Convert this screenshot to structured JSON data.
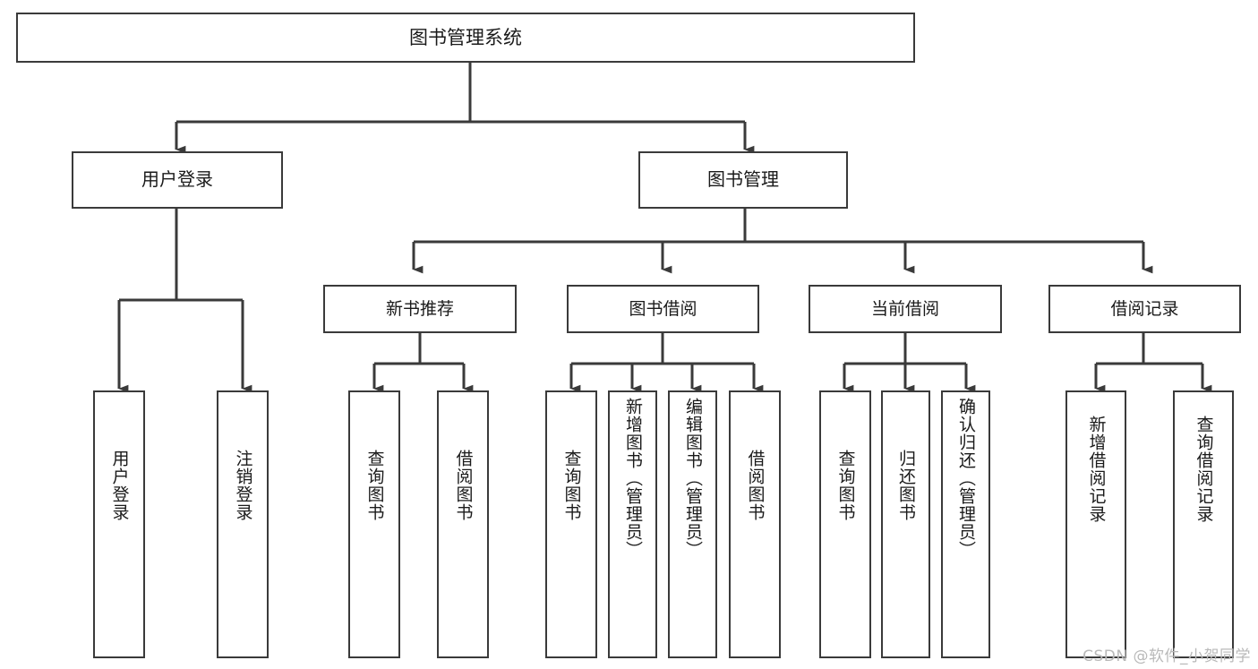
{
  "diagram": {
    "title_box": {
      "label": "图书管理系统"
    },
    "level2": [
      {
        "id": "user-login",
        "label": "用户登录"
      },
      {
        "id": "book-management",
        "label": "图书管理"
      }
    ],
    "level3": [
      {
        "id": "new-book-recommend",
        "label": "新书推荐"
      },
      {
        "id": "book-borrow",
        "label": "图书借阅"
      },
      {
        "id": "current-borrow",
        "label": "当前借阅"
      },
      {
        "id": "borrow-record",
        "label": "借阅记录"
      }
    ],
    "leaves": [
      {
        "id": "leaf-user-login",
        "label": "用户登录",
        "parent": "user-login"
      },
      {
        "id": "leaf-logout",
        "label": "注销登录",
        "parent": "user-login"
      },
      {
        "id": "leaf-query-book-1",
        "label": "查询图书",
        "parent": "new-book-recommend"
      },
      {
        "id": "leaf-borrow-book-1",
        "label": "借阅图书",
        "parent": "new-book-recommend"
      },
      {
        "id": "leaf-query-book-2",
        "label": "查询图书",
        "parent": "book-borrow"
      },
      {
        "id": "leaf-add-book",
        "label": "新增图书（管理员）",
        "parent": "book-borrow"
      },
      {
        "id": "leaf-edit-book",
        "label": "编辑图书（管理员）",
        "parent": "book-borrow"
      },
      {
        "id": "leaf-borrow-book-2",
        "label": "借阅图书",
        "parent": "book-borrow"
      },
      {
        "id": "leaf-query-book-3",
        "label": "查询图书",
        "parent": "current-borrow"
      },
      {
        "id": "leaf-return-book",
        "label": "归还图书",
        "parent": "current-borrow"
      },
      {
        "id": "leaf-confirm-return",
        "label": "确认归还（管理员）",
        "parent": "current-borrow"
      },
      {
        "id": "leaf-add-record",
        "label": "新增借阅记录",
        "parent": "borrow-record"
      },
      {
        "id": "leaf-query-record",
        "label": "查询借阅记录",
        "parent": "borrow-record"
      }
    ],
    "watermark": "CSDN @软件_小贺同学",
    "colors": {
      "stroke": "#3a3a3a",
      "text": "#1a1a1a",
      "background": "#ffffff",
      "watermark": "#b9b9b9"
    }
  }
}
